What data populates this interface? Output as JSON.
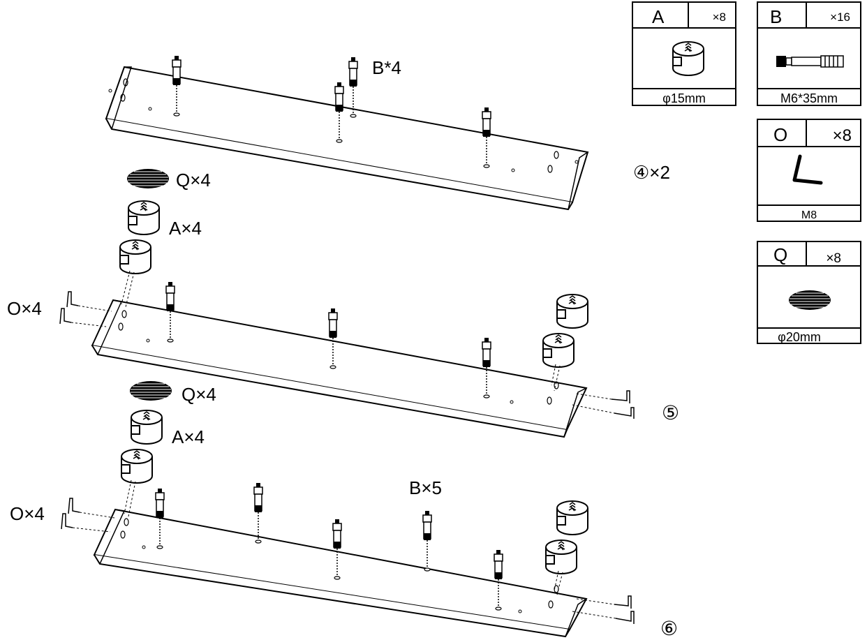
{
  "parts": [
    {
      "letter": "A",
      "qty": "×8",
      "spec": "φ15mm",
      "icon": "cam-lock-icon"
    },
    {
      "letter": "B",
      "qty": "×16",
      "spec": "M6*35mm",
      "icon": "cam-bolt-icon"
    },
    {
      "letter": "O",
      "qty": "×8",
      "spec": "M8",
      "icon": "allen-key-icon"
    },
    {
      "letter": "Q",
      "qty": "×8",
      "spec": "φ20mm",
      "icon": "cap-disc-icon"
    }
  ],
  "steps": [
    {
      "marker": "④×2",
      "labels": [
        "B*4"
      ]
    },
    {
      "marker": "⑤",
      "labels": [
        "Q×4",
        "A×4",
        "O×4"
      ]
    },
    {
      "marker": "⑥",
      "labels": [
        "Q×4",
        "A×4",
        "O×4",
        "B×5"
      ]
    }
  ],
  "colors": {
    "ink": "#000000",
    "paper": "#ffffff"
  }
}
